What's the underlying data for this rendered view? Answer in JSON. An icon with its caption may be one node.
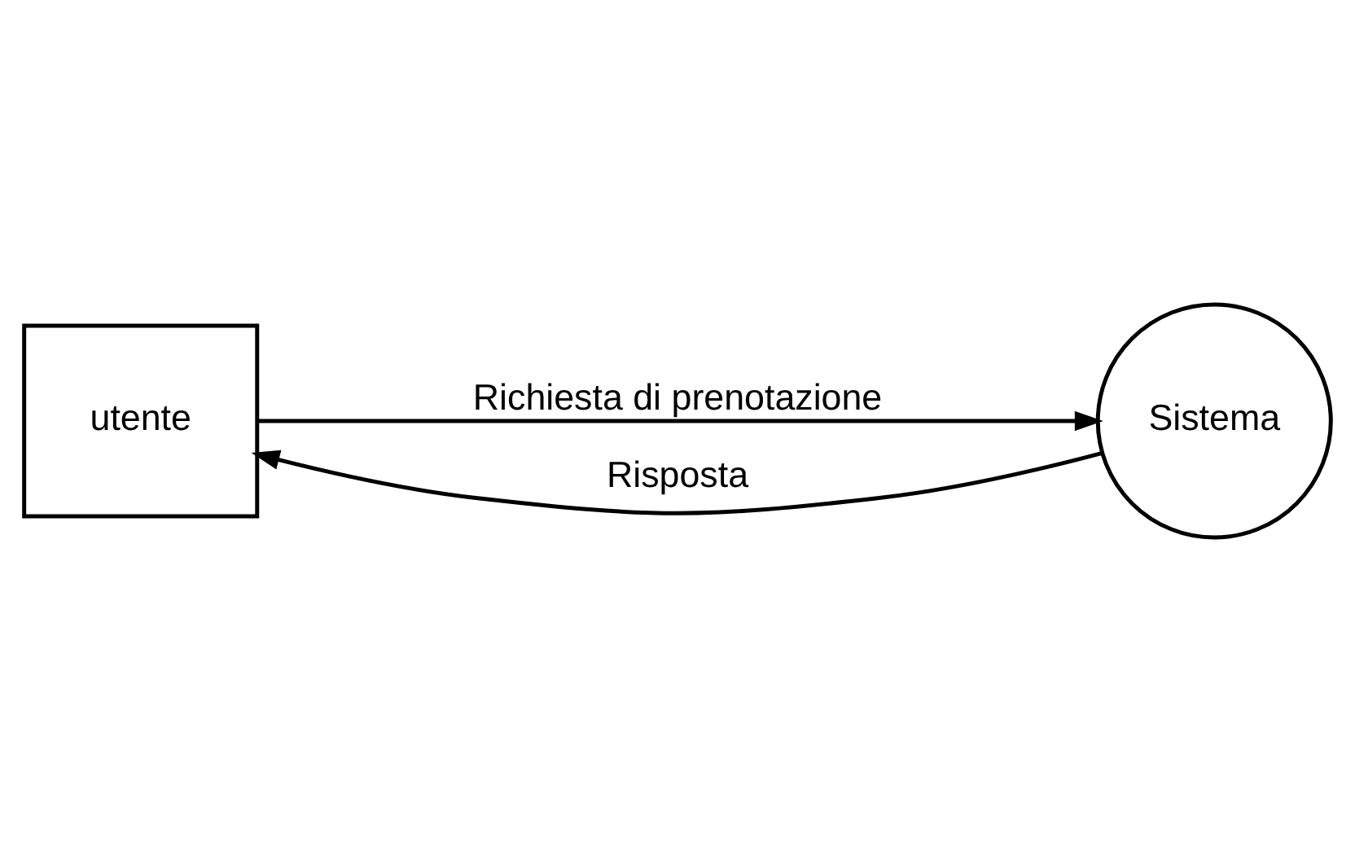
{
  "diagram": {
    "nodes": [
      {
        "text": [
          "utente"
        ]
      },
      {
        "text": [
          "Sistema"
        ]
      }
    ],
    "edges": [
      {
        "from": 0,
        "to": 1,
        "arrow": "to",
        "label": "Richiesta di prenotazione"
      },
      {
        "from": 1,
        "to": 0,
        "arrow": "to",
        "label": "Risposta"
      }
    ]
  }
}
